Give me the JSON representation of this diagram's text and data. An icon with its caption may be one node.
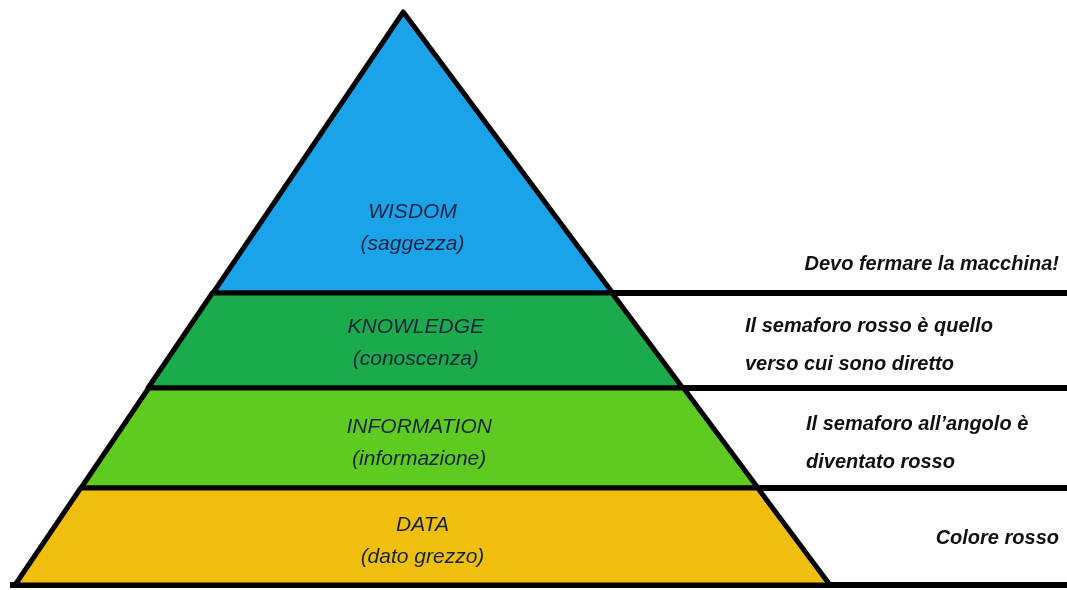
{
  "diagram": {
    "nodes": [
      {
        "text": [
          "WISDOM",
          "(saggezza)"
        ]
      },
      {
        "text": [
          "KNOWLEDGE",
          "(conoscenza)"
        ]
      },
      {
        "text": [
          "INFORMATION",
          "(informazione)"
        ]
      },
      {
        "text": [
          "DATA",
          "(dato grezzo)"
        ]
      }
    ],
    "edges": [],
    "labels": [
      "Devo fermare la macchina!",
      "Il semaforo rosso è quello verso cui sono diretto",
      "Il semaforo all’angolo è diventato rosso",
      "Colore rosso"
    ]
  }
}
